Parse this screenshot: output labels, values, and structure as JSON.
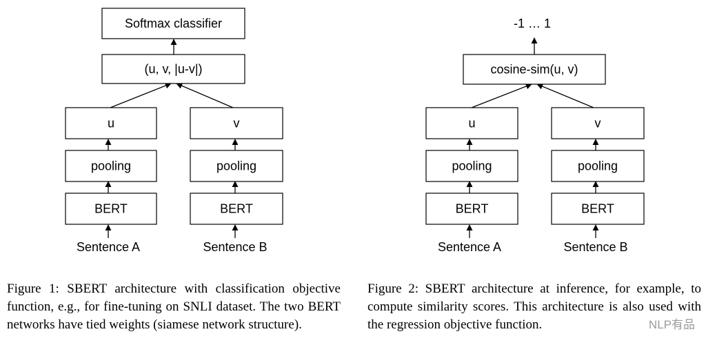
{
  "figure1": {
    "classifier": "Softmax classifier",
    "concat": "(u, v, |u-v|)",
    "left": {
      "output": "u",
      "pooling": "pooling",
      "encoder": "BERT",
      "input": "Sentence A"
    },
    "right": {
      "output": "v",
      "pooling": "pooling",
      "encoder": "BERT",
      "input": "Sentence B"
    },
    "caption": "Figure 1: SBERT architecture with classification objective function, e.g., for fine-tuning on SNLI dataset. The two BERT networks have tied weights (siamese network structure)."
  },
  "figure2": {
    "range": "-1 … 1",
    "similarity": "cosine-sim(u, v)",
    "left": {
      "output": "u",
      "pooling": "pooling",
      "encoder": "BERT",
      "input": "Sentence A"
    },
    "right": {
      "output": "v",
      "pooling": "pooling",
      "encoder": "BERT",
      "input": "Sentence B"
    },
    "caption": "Figure 2: SBERT architecture at inference, for example, to compute similarity scores. This architecture is also used with the regression objective function."
  },
  "watermark": "NLP有品"
}
